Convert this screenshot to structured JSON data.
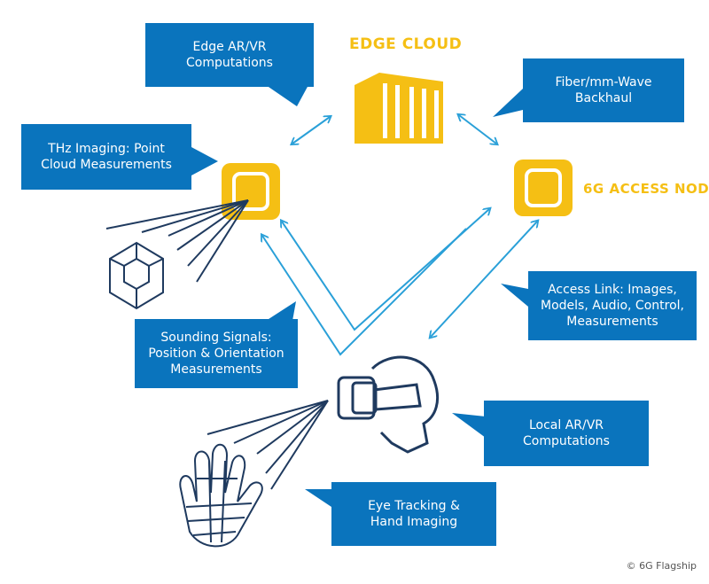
{
  "labels": {
    "edge_cloud": "EDGE CLOUD",
    "access_node": "6G ACCESS NOD"
  },
  "callouts": {
    "edge_ar_vr": "Edge AR/VR\nComputations",
    "backhaul": "Fiber/mm-Wave\nBackhaul",
    "thz_imaging": "THz Imaging: Point\nCloud Measurements",
    "access_link": "Access Link: Images,\nModels, Audio, Control,\nMeasurements",
    "sounding": "Sounding Signals:\nPosition & Orientation\nMeasurements",
    "local_ar_vr": "Local AR/VR\nComputations",
    "eye_tracking": "Eye Tracking &\nHand Imaging"
  },
  "copyright": "© 6G Flagship",
  "colors": {
    "blue": "#0a74bd",
    "yellow": "#f5bf14",
    "navy": "#1f3a5f",
    "arrow": "#2aa0d8"
  }
}
